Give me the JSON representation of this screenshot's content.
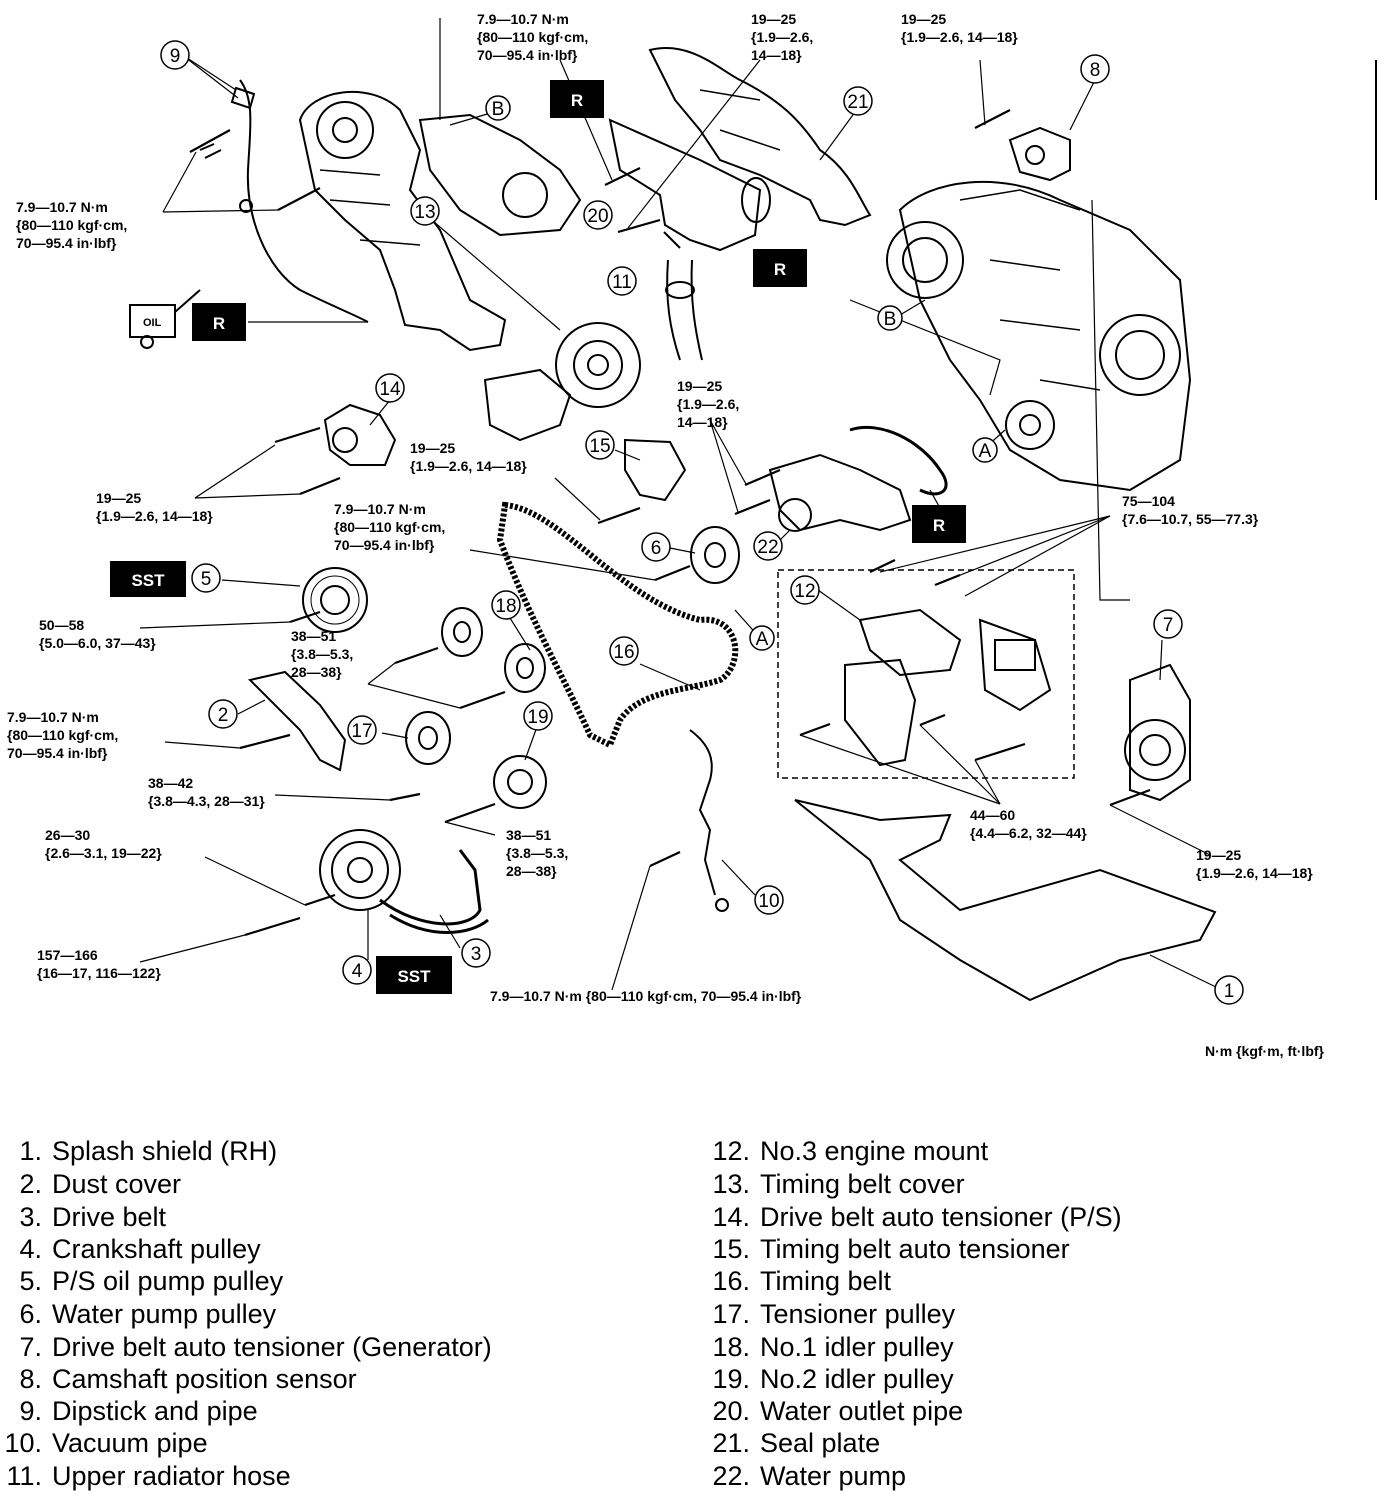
{
  "units_note": "N·m {kgf·m, ft·lbf}",
  "tags": {
    "replace": "R",
    "sst": "SST",
    "oil": "OIL"
  },
  "torques": [
    {
      "lines": [
        "7.9—10.7 N·m",
        "{80—110 kgf·cm,",
        "70—95.4 in·lbf}"
      ]
    },
    {
      "lines": [
        "19—25",
        "{1.9—2.6,",
        "14—18}"
      ]
    },
    {
      "lines": [
        "19—25",
        "{1.9—2.6, 14—18}"
      ]
    },
    {
      "lines": [
        "7.9—10.7 N·m",
        "{80—110 kgf·cm,",
        "70—95.4 in·lbf}"
      ]
    },
    {
      "lines": [
        "19—25",
        "{1.9—2.6,",
        "14—18}"
      ]
    },
    {
      "lines": [
        "19—25",
        "{1.9—2.6, 14—18}"
      ]
    },
    {
      "lines": [
        "19—25",
        "{1.9—2.6, 14—18}"
      ]
    },
    {
      "lines": [
        "7.9—10.7 N·m",
        "{80—110 kgf·cm,",
        "70—95.4 in·lbf}"
      ]
    },
    {
      "lines": [
        "75—104",
        "{7.6—10.7, 55—77.3}"
      ]
    },
    {
      "lines": [
        "50—58",
        "{5.0—6.0, 37—43}"
      ]
    },
    {
      "lines": [
        "38—51",
        "{3.8—5.3,",
        "28—38}"
      ]
    },
    {
      "lines": [
        "7.9—10.7 N·m",
        "{80—110 kgf·cm,",
        "70—95.4 in·lbf}"
      ]
    },
    {
      "lines": [
        "38—42",
        "{3.8—4.3, 28—31}"
      ]
    },
    {
      "lines": [
        "26—30",
        "{2.6—3.1, 19—22}"
      ]
    },
    {
      "lines": [
        "38—51",
        "{3.8—5.3,",
        "28—38}"
      ]
    },
    {
      "lines": [
        "157—166",
        "{16—17, 116—122}"
      ]
    },
    {
      "lines": [
        "7.9—10.7 N·m {80—110 kgf·cm,  70—95.4 in·lbf}"
      ]
    },
    {
      "lines": [
        "44—60",
        "{4.4—6.2, 32—44}"
      ]
    },
    {
      "lines": [
        "19—25",
        "{1.9—2.6, 14—18}"
      ]
    }
  ],
  "callouts": [
    "1",
    "2",
    "3",
    "4",
    "5",
    "6",
    "7",
    "8",
    "9",
    "10",
    "11",
    "12",
    "13",
    "14",
    "15",
    "16",
    "17",
    "18",
    "19",
    "20",
    "21",
    "22",
    "A",
    "A",
    "B",
    "B"
  ],
  "legend": [
    {
      "num": "1.",
      "text": "Splash shield (RH)"
    },
    {
      "num": "2.",
      "text": "Dust cover"
    },
    {
      "num": "3.",
      "text": "Drive belt"
    },
    {
      "num": "4.",
      "text": "Crankshaft pulley"
    },
    {
      "num": "5.",
      "text": "P/S oil pump pulley"
    },
    {
      "num": "6.",
      "text": "Water pump pulley"
    },
    {
      "num": "7.",
      "text": "Drive belt auto tensioner (Generator)"
    },
    {
      "num": "8.",
      "text": "Camshaft position sensor"
    },
    {
      "num": "9.",
      "text": "Dipstick and pipe"
    },
    {
      "num": "10.",
      "text": "Vacuum pipe"
    },
    {
      "num": "11.",
      "text": "Upper radiator hose"
    },
    {
      "num": "12.",
      "text": "No.3 engine mount"
    },
    {
      "num": "13.",
      "text": "Timing belt cover"
    },
    {
      "num": "14.",
      "text": "Drive belt auto tensioner (P/S)"
    },
    {
      "num": "15.",
      "text": "Timing belt auto tensioner"
    },
    {
      "num": "16.",
      "text": "Timing belt"
    },
    {
      "num": "17.",
      "text": "Tensioner pulley"
    },
    {
      "num": "18.",
      "text": "No.1 idler pulley"
    },
    {
      "num": "19.",
      "text": "No.2 idler pulley"
    },
    {
      "num": "20.",
      "text": "Water outlet pipe"
    },
    {
      "num": "21.",
      "text": "Seal plate"
    },
    {
      "num": "22.",
      "text": "Water pump"
    }
  ]
}
